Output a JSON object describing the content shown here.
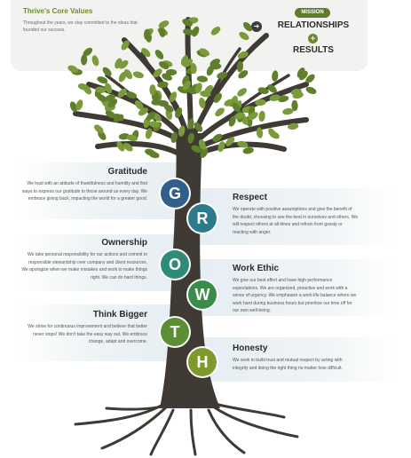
{
  "header": {
    "title": "Thrive's Core Values",
    "subtitle": "Throughout the years, we stay committed to the ideas that founded our success.",
    "mission_badge": "MISSION",
    "relationships": "RELATIONSHIPS",
    "plus": "+",
    "results": "RESULTS",
    "arrow_icon": "arrow-right-icon"
  },
  "values": [
    {
      "letter": "G",
      "title": "Gratitude",
      "description": "We lead with an attitude of thankfulness and humility and find ways to express our gratitude to those around us every day. We embrace giving back, impacting the world for a greater good.",
      "color": "#2f5f8a"
    },
    {
      "letter": "R",
      "title": "Respect",
      "description": "We operate with positive assumptions and give the benefit of the doubt, choosing to see the best in ourselves and others. We will respect others at all times and refrain from gossip or reacting with anger.",
      "color": "#2d7a8c"
    },
    {
      "letter": "O",
      "title": "Ownership",
      "description": "We take personal responsibility for our actions and commit to responsible stewardship over company and client resources. We apologize when we make mistakes and work to make things right. We can do hard things.",
      "color": "#2f8a78"
    },
    {
      "letter": "W",
      "title": "Work Ethic",
      "description": "We give our best effort and have high performance expectations. We are organized, proactive and work with a sense of urgency. We emphasize a work-life balance where we work hard during business hours but prioritize our time off for our own well-being.",
      "color": "#3b8c4a"
    },
    {
      "letter": "T",
      "title": "Think Bigger",
      "description": "We strive for continuous improvement and believe that better never stops! We don't take the easy way out. We embrace change, adapt and overcome.",
      "color": "#5b8f35"
    },
    {
      "letter": "H",
      "title": "Honesty",
      "description": "We seek to build trust and mutual respect by acting with integrity and doing the right thing no matter how difficult.",
      "color": "#7e9a2c"
    }
  ],
  "colors": {
    "trunk": "#3f3a33",
    "leaf": "#7a9a3c",
    "leaf_dark": "#5f7f2c",
    "accent": "#6e8a2e"
  }
}
